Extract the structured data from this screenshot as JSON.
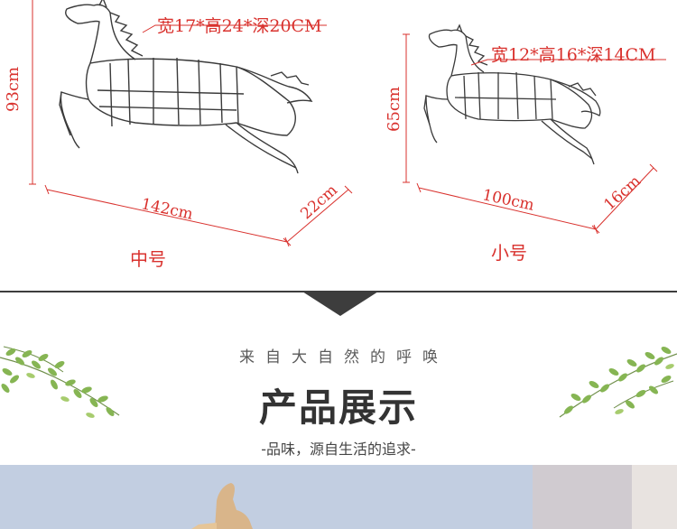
{
  "diagram": {
    "medium": {
      "height_label": "93cm",
      "width_label": "142cm",
      "depth_label": "22cm",
      "shelf_spec": "宽17*高24*深20CM",
      "size_name": "中号"
    },
    "small": {
      "height_label": "65cm",
      "width_label": "100cm",
      "depth_label": "16cm",
      "shelf_spec": "宽12*高16*深14CM",
      "size_name": "小号"
    },
    "colors": {
      "dimension": "#d9322e",
      "outline": "#3a3a3a"
    }
  },
  "section": {
    "tagline": "来自大自然的呼唤",
    "title": "产品展示",
    "subtitle": "-品味，源自生活的追求-"
  },
  "colors": {
    "divider": "#3d3d3d",
    "leaf": "#7fb24a",
    "photo_wall": "#c2cee1"
  }
}
